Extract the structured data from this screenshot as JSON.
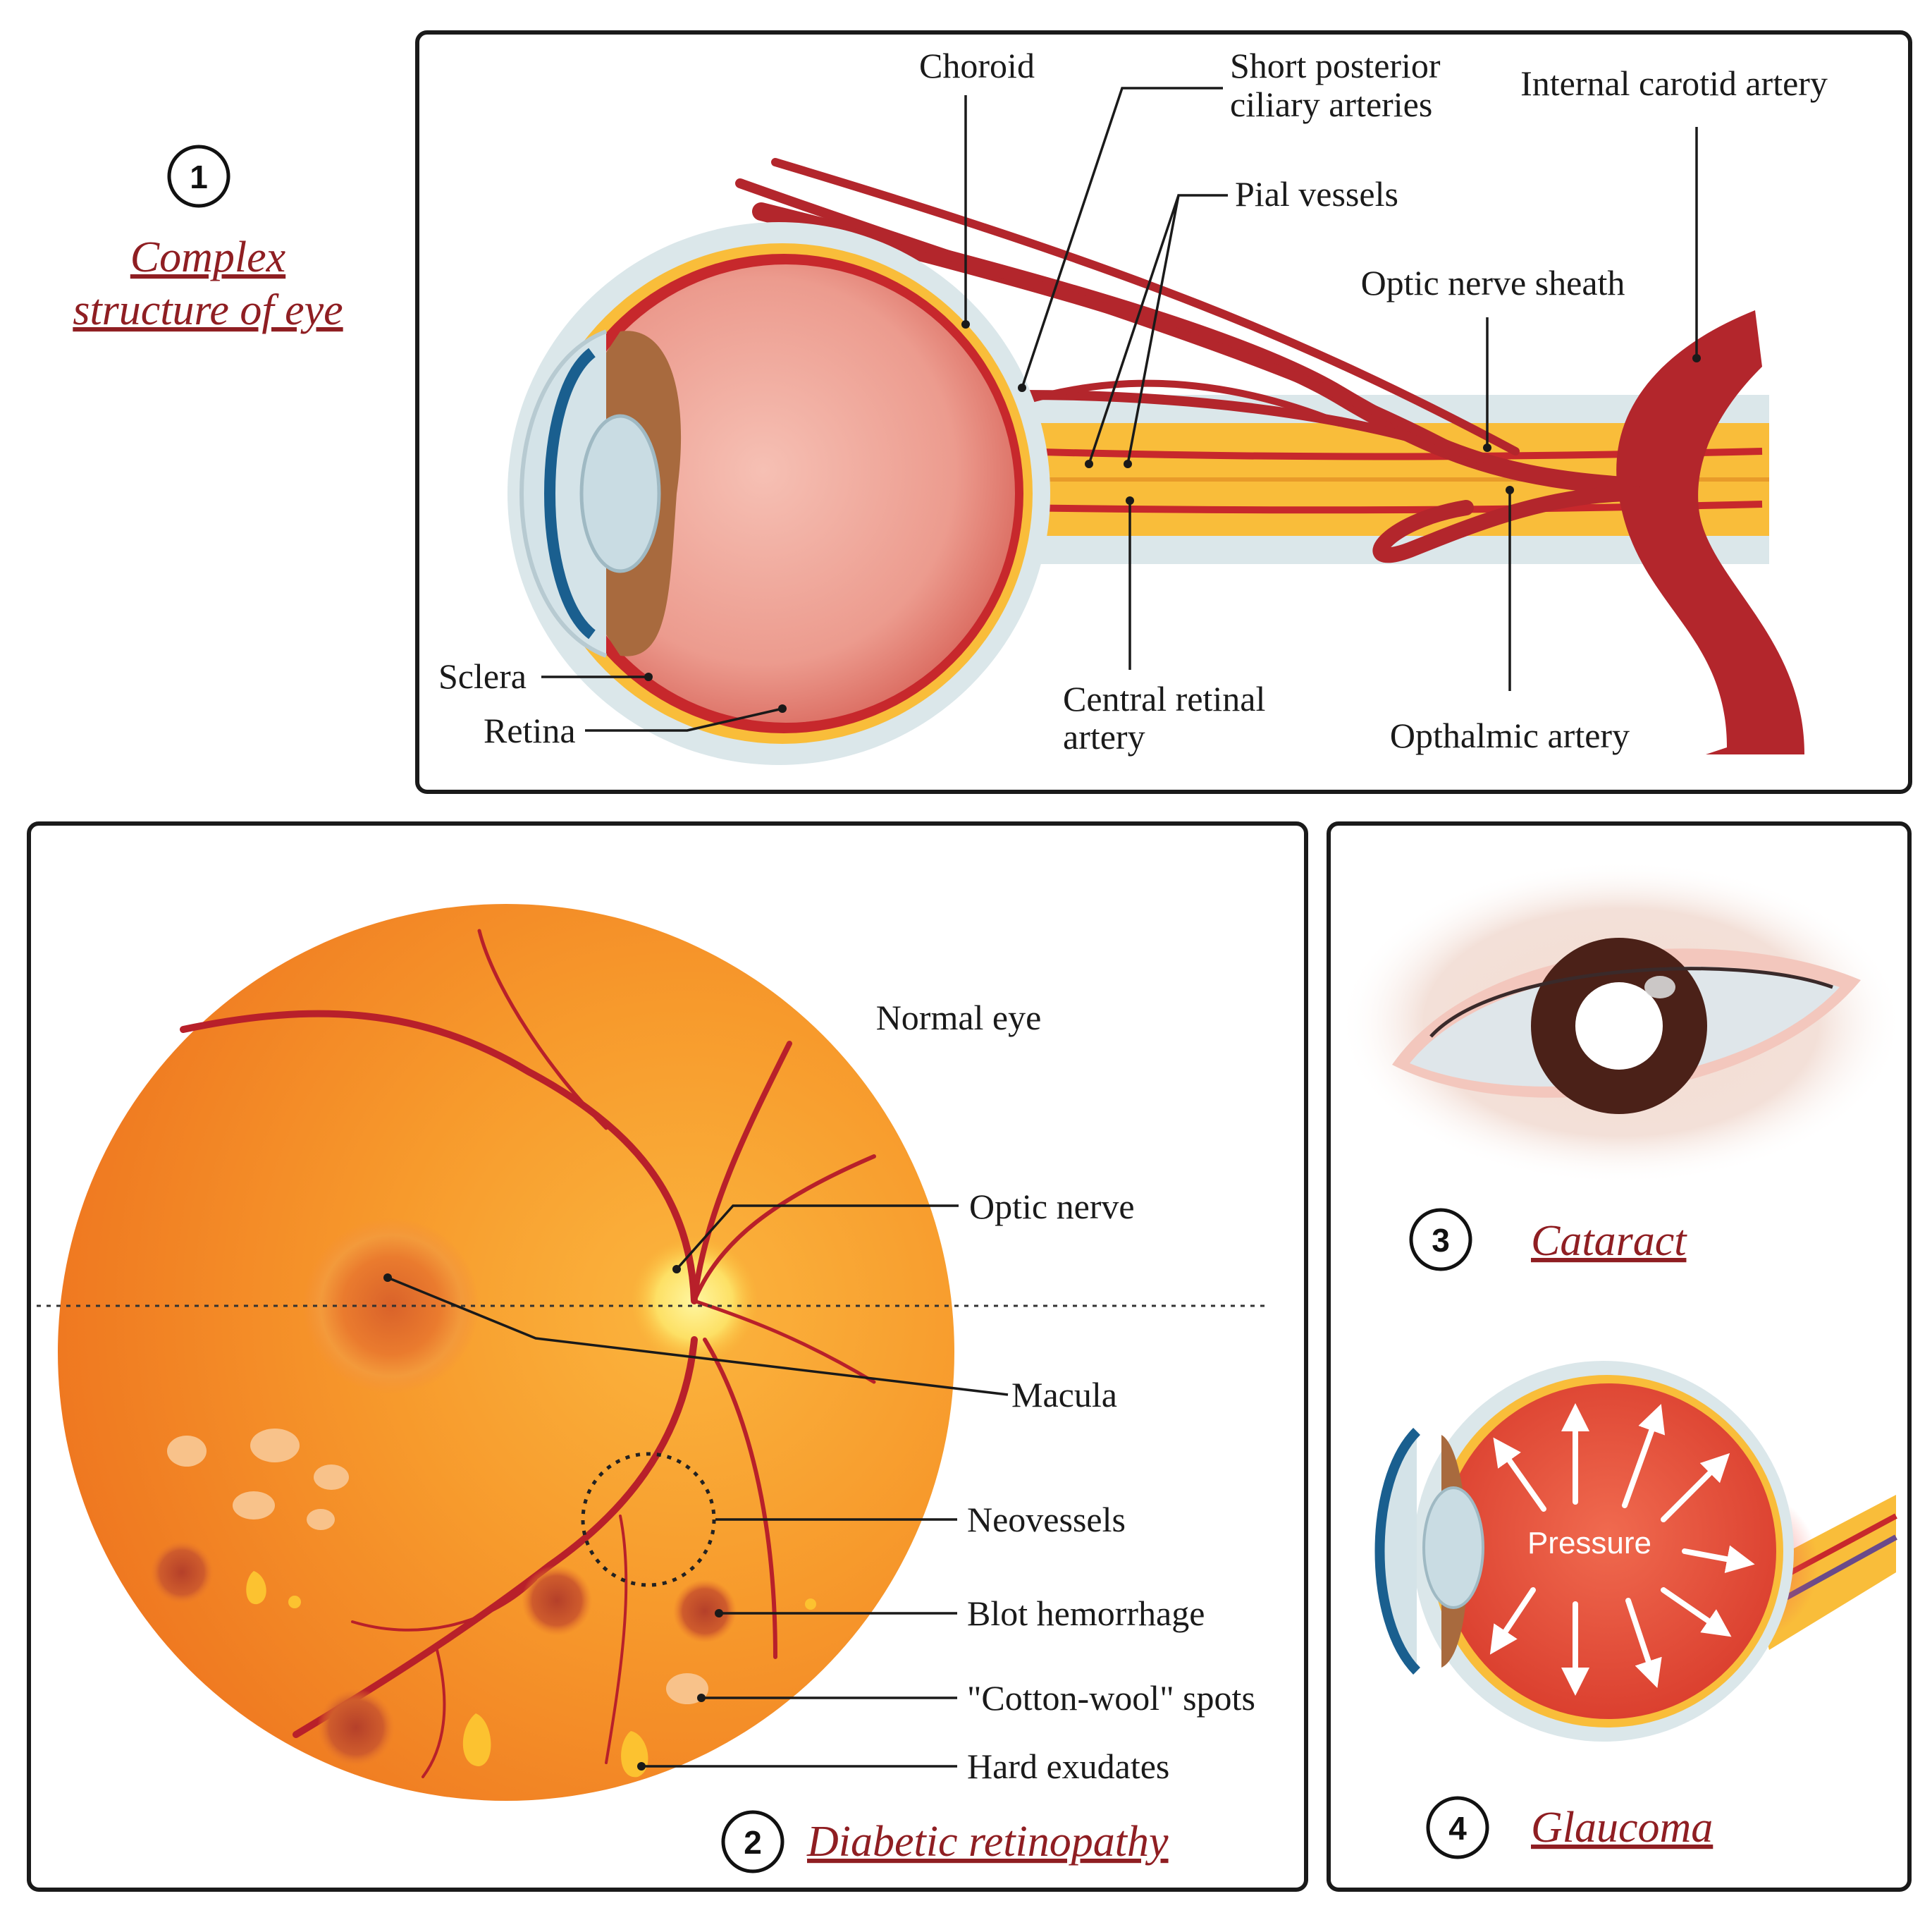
{
  "panel1": {
    "number": "1",
    "title_line1": "Complex",
    "title_line2": "structure of eye",
    "labels": {
      "choroid": "Choroid",
      "short_posterior_1": "Short posterior",
      "short_posterior_2": "ciliary arteries",
      "internal_carotid": "Internal carotid artery",
      "pial_vessels": "Pial vessels",
      "optic_nerve_sheath": "Optic nerve sheath",
      "sclera": "Sclera",
      "retina": "Retina",
      "central_retinal_1": "Central retinal",
      "central_retinal_2": "artery",
      "opthalmic_artery": "Opthalmic artery"
    }
  },
  "panel2": {
    "number": "2",
    "title": "Diabetic retinopathy",
    "labels": {
      "normal_eye": "Normal eye",
      "optic_nerve": "Optic nerve",
      "macula": "Macula",
      "neovessels": "Neovessels",
      "blot_hemorrhage": "Blot hemorrhage",
      "cotton_wool": "\"Cotton-wool\" spots",
      "hard_exudates": "Hard exudates"
    }
  },
  "panel3": {
    "number": "3",
    "title": "Cataract"
  },
  "panel4": {
    "number": "4",
    "title": "Glaucoma",
    "pressure_label": "Pressure"
  },
  "colors": {
    "title_red": "#8f1e22",
    "artery": "#b3262c",
    "fundus": "#f07d24",
    "nerve": "#f9bd3a"
  }
}
